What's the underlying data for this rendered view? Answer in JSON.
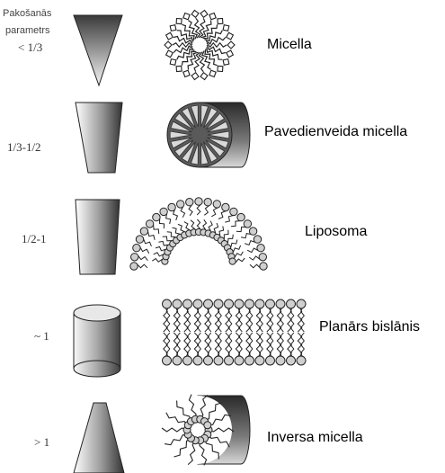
{
  "header": {
    "line1": "Pakošanās",
    "line2": "parametrs",
    "line3": "< 1/3"
  },
  "rows": [
    {
      "param": "",
      "name": "Micella",
      "shape": "cone"
    },
    {
      "param": "1/3-1/2",
      "name": "Pavedienveida micella",
      "shape": "truncated-cone"
    },
    {
      "param": "1/2-1",
      "name": "Liposoma",
      "shape": "truncated-cone-wide"
    },
    {
      "param": "~ 1",
      "name": "Planārs bislānis",
      "shape": "cylinder"
    },
    {
      "param": "> 1",
      "name": "Inversa micella",
      "shape": "inverted-cone"
    }
  ],
  "colors": {
    "shape_fill_dark": "#3c3c3c",
    "shape_fill_light": "#ffffff",
    "lipid_head": "#cfcfcf",
    "outline": "#222222"
  }
}
